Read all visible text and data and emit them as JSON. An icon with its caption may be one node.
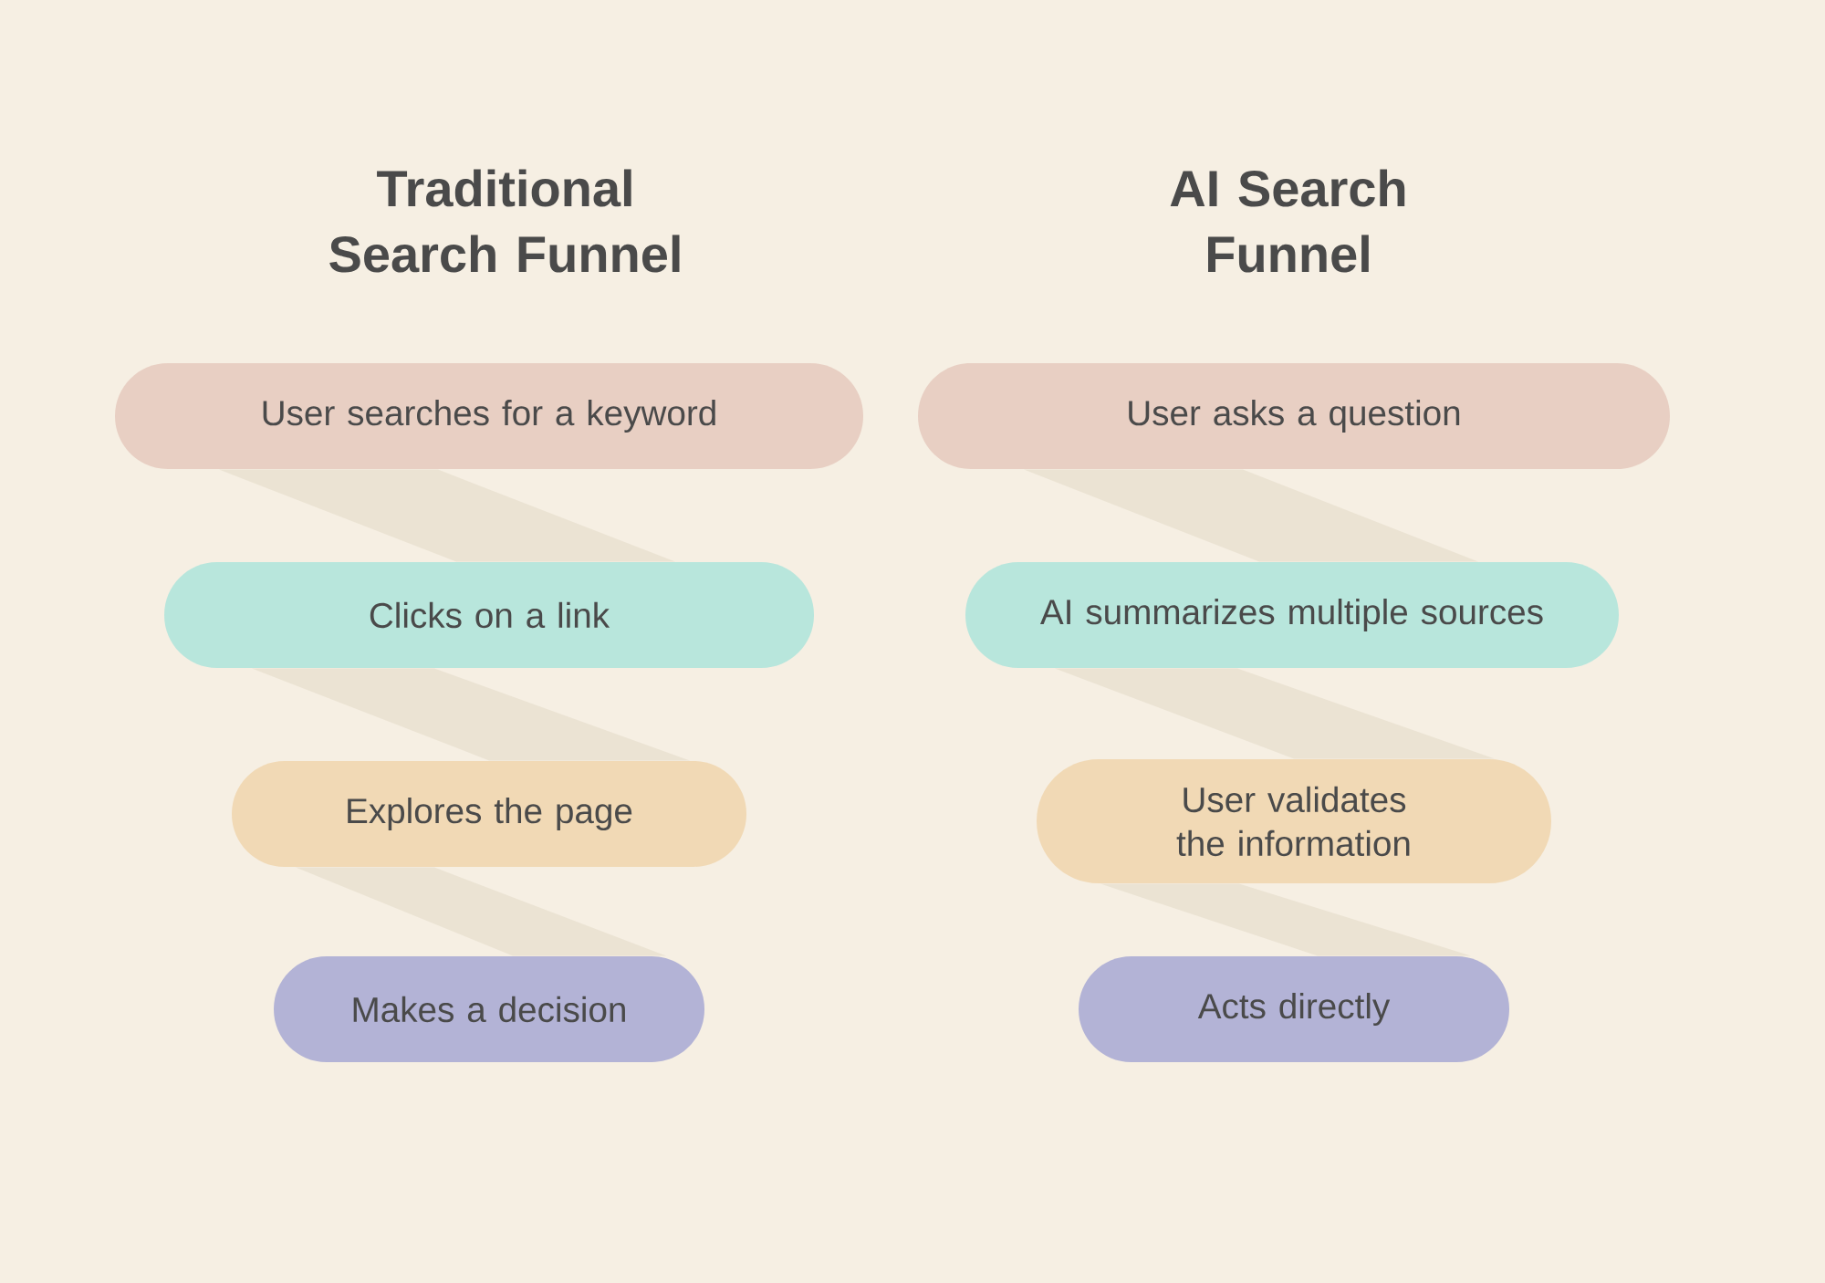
{
  "diagram": {
    "nodes": [
      {
        "text": [
          "User searches for a keyword"
        ]
      },
      {
        "text": [
          "Clicks on a link"
        ]
      },
      {
        "text": [
          "Explores the page"
        ]
      },
      {
        "text": [
          "Makes a decision"
        ]
      },
      {
        "text": [
          "User asks a question"
        ]
      },
      {
        "text": [
          "AI summarizes multiple sources"
        ]
      },
      {
        "text": [
          "User validates the information"
        ]
      },
      {
        "text": [
          "Acts directly"
        ]
      }
    ],
    "edges": [
      {
        "from": 0,
        "to": 1,
        "arrow": "none"
      },
      {
        "from": 1,
        "to": 2,
        "arrow": "none"
      },
      {
        "from": 2,
        "to": 3,
        "arrow": "none"
      },
      {
        "from": 4,
        "to": 5,
        "arrow": "none"
      },
      {
        "from": 5,
        "to": 6,
        "arrow": "none"
      },
      {
        "from": 6,
        "to": 7,
        "arrow": "none"
      }
    ],
    "labels": [
      "Traditional Search Funnel",
      "AI Search Funnel"
    ]
  }
}
